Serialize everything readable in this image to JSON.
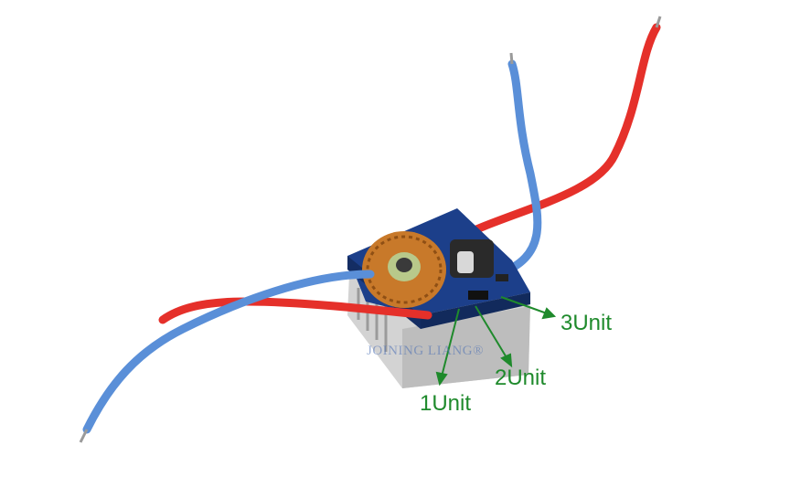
{
  "labels": {
    "unit1": "1Unit",
    "unit2": "2Unit",
    "unit3": "3Unit"
  },
  "watermark": "JOINING LIANG®",
  "colors": {
    "label_green": "#1f8a2c",
    "wire_red": "#e5302a",
    "wire_blue": "#5a8fd8",
    "pcb_blue": "#1c3f8a",
    "heatsink": "#c9c9c9",
    "coil_copper": "#c8792a",
    "toroid_core": "#b8c98a",
    "watermark": "#4b6fb5"
  }
}
